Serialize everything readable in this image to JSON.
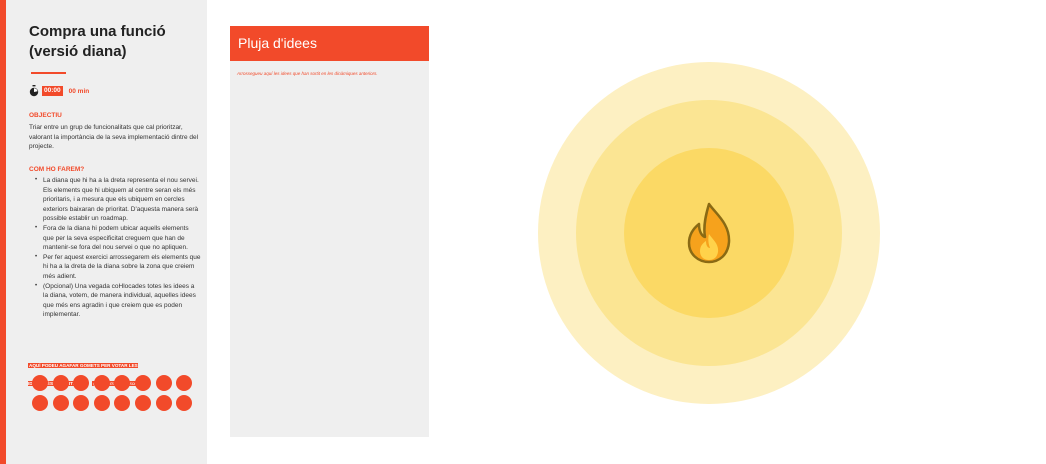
{
  "sidebar": {
    "title": "Compra una funció (versió diana)",
    "timer": {
      "value": "00:00",
      "unit": "00 min"
    },
    "objective": {
      "heading": "OBJECTIU",
      "text": "Triar entre un grup de funcionalitats que cal prioritzar, valorant la importància de la seva implementació dintre del projecte."
    },
    "how": {
      "heading": "COM HO FAREM?",
      "steps": [
        "La diana que hi ha a la dreta representa el nou servei. Els elements que hi ubiquem al centre seran els més prioritaris, i a mesura que els ubiquem en cercles exteriors baixaran de prioritat. D'aquesta manera serà possible establir un roadmap.",
        "Fora de la diana hi podem ubicar aquells elements que per la seva especificitat creguem que han de mantenir-se fora del nou servei o que no apliquen.",
        "Per fer aquest exercici arrossegarem els elements que hi ha a la dreta de la diana sobre la zona que creiem més adient.",
        "(Opcional) Una vegada coHlocades totes les idees a la diana, votem, de manera individual, aquelles idees que més ens agradin i que creiem que es poden implementar."
      ]
    },
    "votes": {
      "label": "AQUÍ PODEU AGAFAR GOMETS PER VOTAR LES IDEES MÉS PRIORITÀRIES",
      "sublabel": "(2 gomets per persona)",
      "count": 16
    }
  },
  "brainstorm": {
    "title": "Pluja d'idees",
    "hint": "Arrossegueu aquí les idees que han sortit en les dinàmiques anteriors."
  },
  "target": {
    "center_icon": "fire-icon",
    "ring_colors": [
      "#fdf0c2",
      "#fbe593",
      "#fbd965"
    ]
  },
  "colors": {
    "accent": "#f24a2a",
    "panel": "#efefef"
  }
}
